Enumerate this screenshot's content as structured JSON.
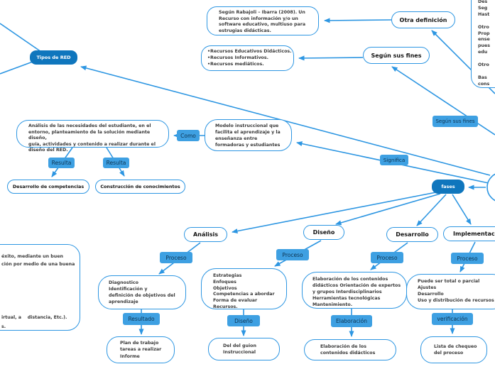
{
  "palette": {
    "line_blue": "#2d96e2",
    "dark_node_blue": "#0f76bd",
    "label_blue": "#3ea0e2",
    "label_text": "#0d3350",
    "box_text": "#3a3a3a"
  },
  "map": {
    "tipos_de_red": "Tipos de RED",
    "rabajoli_definition": "Según Rabajoli – Ibarra (2008).  Un\nRecurso con información y/o un\nsoftware educativo, multiuso para\nestrugias didácticas.",
    "otra_definicion": "Otra definición",
    "recursos_tipos": "•Recursos Educativos Didácticos.\n•Recursos Informativos.\n•Recursos mediáticos.",
    "segun_sus_fines_node": "Según sus fines",
    "right_box_fragments": "Des\nSeg\nHast\n\nOtro\nProp\nense\npues\nedu\n\nOtro\n\nBas\ncons",
    "segun_sus_fines_label": "Según sus fines",
    "significa_label": "Significa",
    "fases": "fases",
    "como_label": "Como",
    "analisis_necesidades": "Análisis de las necesidades del estudiante, en el\nentorno, planteamiento de la solución mediante diseño,\nguía, actividades y contenido a realizar durante el\ndiseño del RED.",
    "modelo_instruccional": "Modelo instruccional que\nfacilita el aprendizaje y la\nenseñanza entre\nformadoras y estudiantes",
    "resulta_1": "Resulta",
    "resulta_2": "Resulta",
    "desarrollo_competencias": "Desarrollo de competencias",
    "construccion_conocimientos": "Construcción de conocimientos",
    "bottom_left_fragment_1": "éxito, mediante un buen",
    "bottom_left_fragment_2": "ción por medio de una buena",
    "bottom_left_fragment_3": "irtual, a    distancia, Etc.).",
    "bottom_left_fragment_4": "s.",
    "phases": {
      "analisis": {
        "title": "Análisis",
        "proceso": "Proceso",
        "detail": "Diagnostico\nIdentificación y\ndefinición de objetivos  del\naprendizaje",
        "result_label": "Resultado",
        "result": "Plan de trabajo\ntareas a realizar\nInforme"
      },
      "diseno": {
        "title": "Diseño",
        "proceso": "Proceso",
        "detail": "Estrategias\nEnfoques\nObjetivos\nCompetencias a abordar\nForma de evaluar\nRecursos.",
        "result_label": "Diseño",
        "result": "Del del guion\nInstruccional"
      },
      "desarrollo": {
        "title": "Desarrollo",
        "proceso": "Proceso",
        "detail": "Elaboración de los contenidos\ndidácticos Orientación de expertos\ny grupos Interdisciplinarios\nHerramientas tecnológicas\nMantenimiento.",
        "result_label": "Elaboración",
        "result": "Elaboración de los\ncontenidos didácticos"
      },
      "implementacion": {
        "title": "Implementación",
        "proceso": "Proceso",
        "detail": "Puede ser total o parcial\nAjustes\nDesarrollo\nUso y distribución de recursos",
        "result_label": "verificación",
        "result": "Lista de chequeo\ndel proceso"
      }
    }
  }
}
